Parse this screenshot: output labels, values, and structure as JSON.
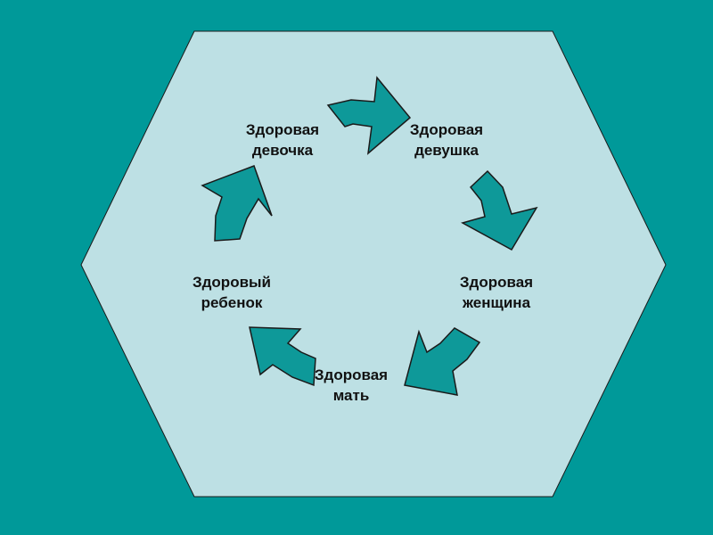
{
  "colors": {
    "background": "#009999",
    "hexagon_fill": "#bde0e4",
    "arrow_fill": "#0e9999",
    "stroke": "#1a1a1a",
    "text": "#111111"
  },
  "cycle": [
    {
      "line1": "Здоровая",
      "line2": "девочка"
    },
    {
      "line1": "Здоровая",
      "line2": "девушка"
    },
    {
      "line1": "Здоровая",
      "line2": "женщина"
    },
    {
      "line1": "Здоровая",
      "line2": "мать"
    },
    {
      "line1": "Здоровый",
      "line2": "ребенок"
    }
  ]
}
